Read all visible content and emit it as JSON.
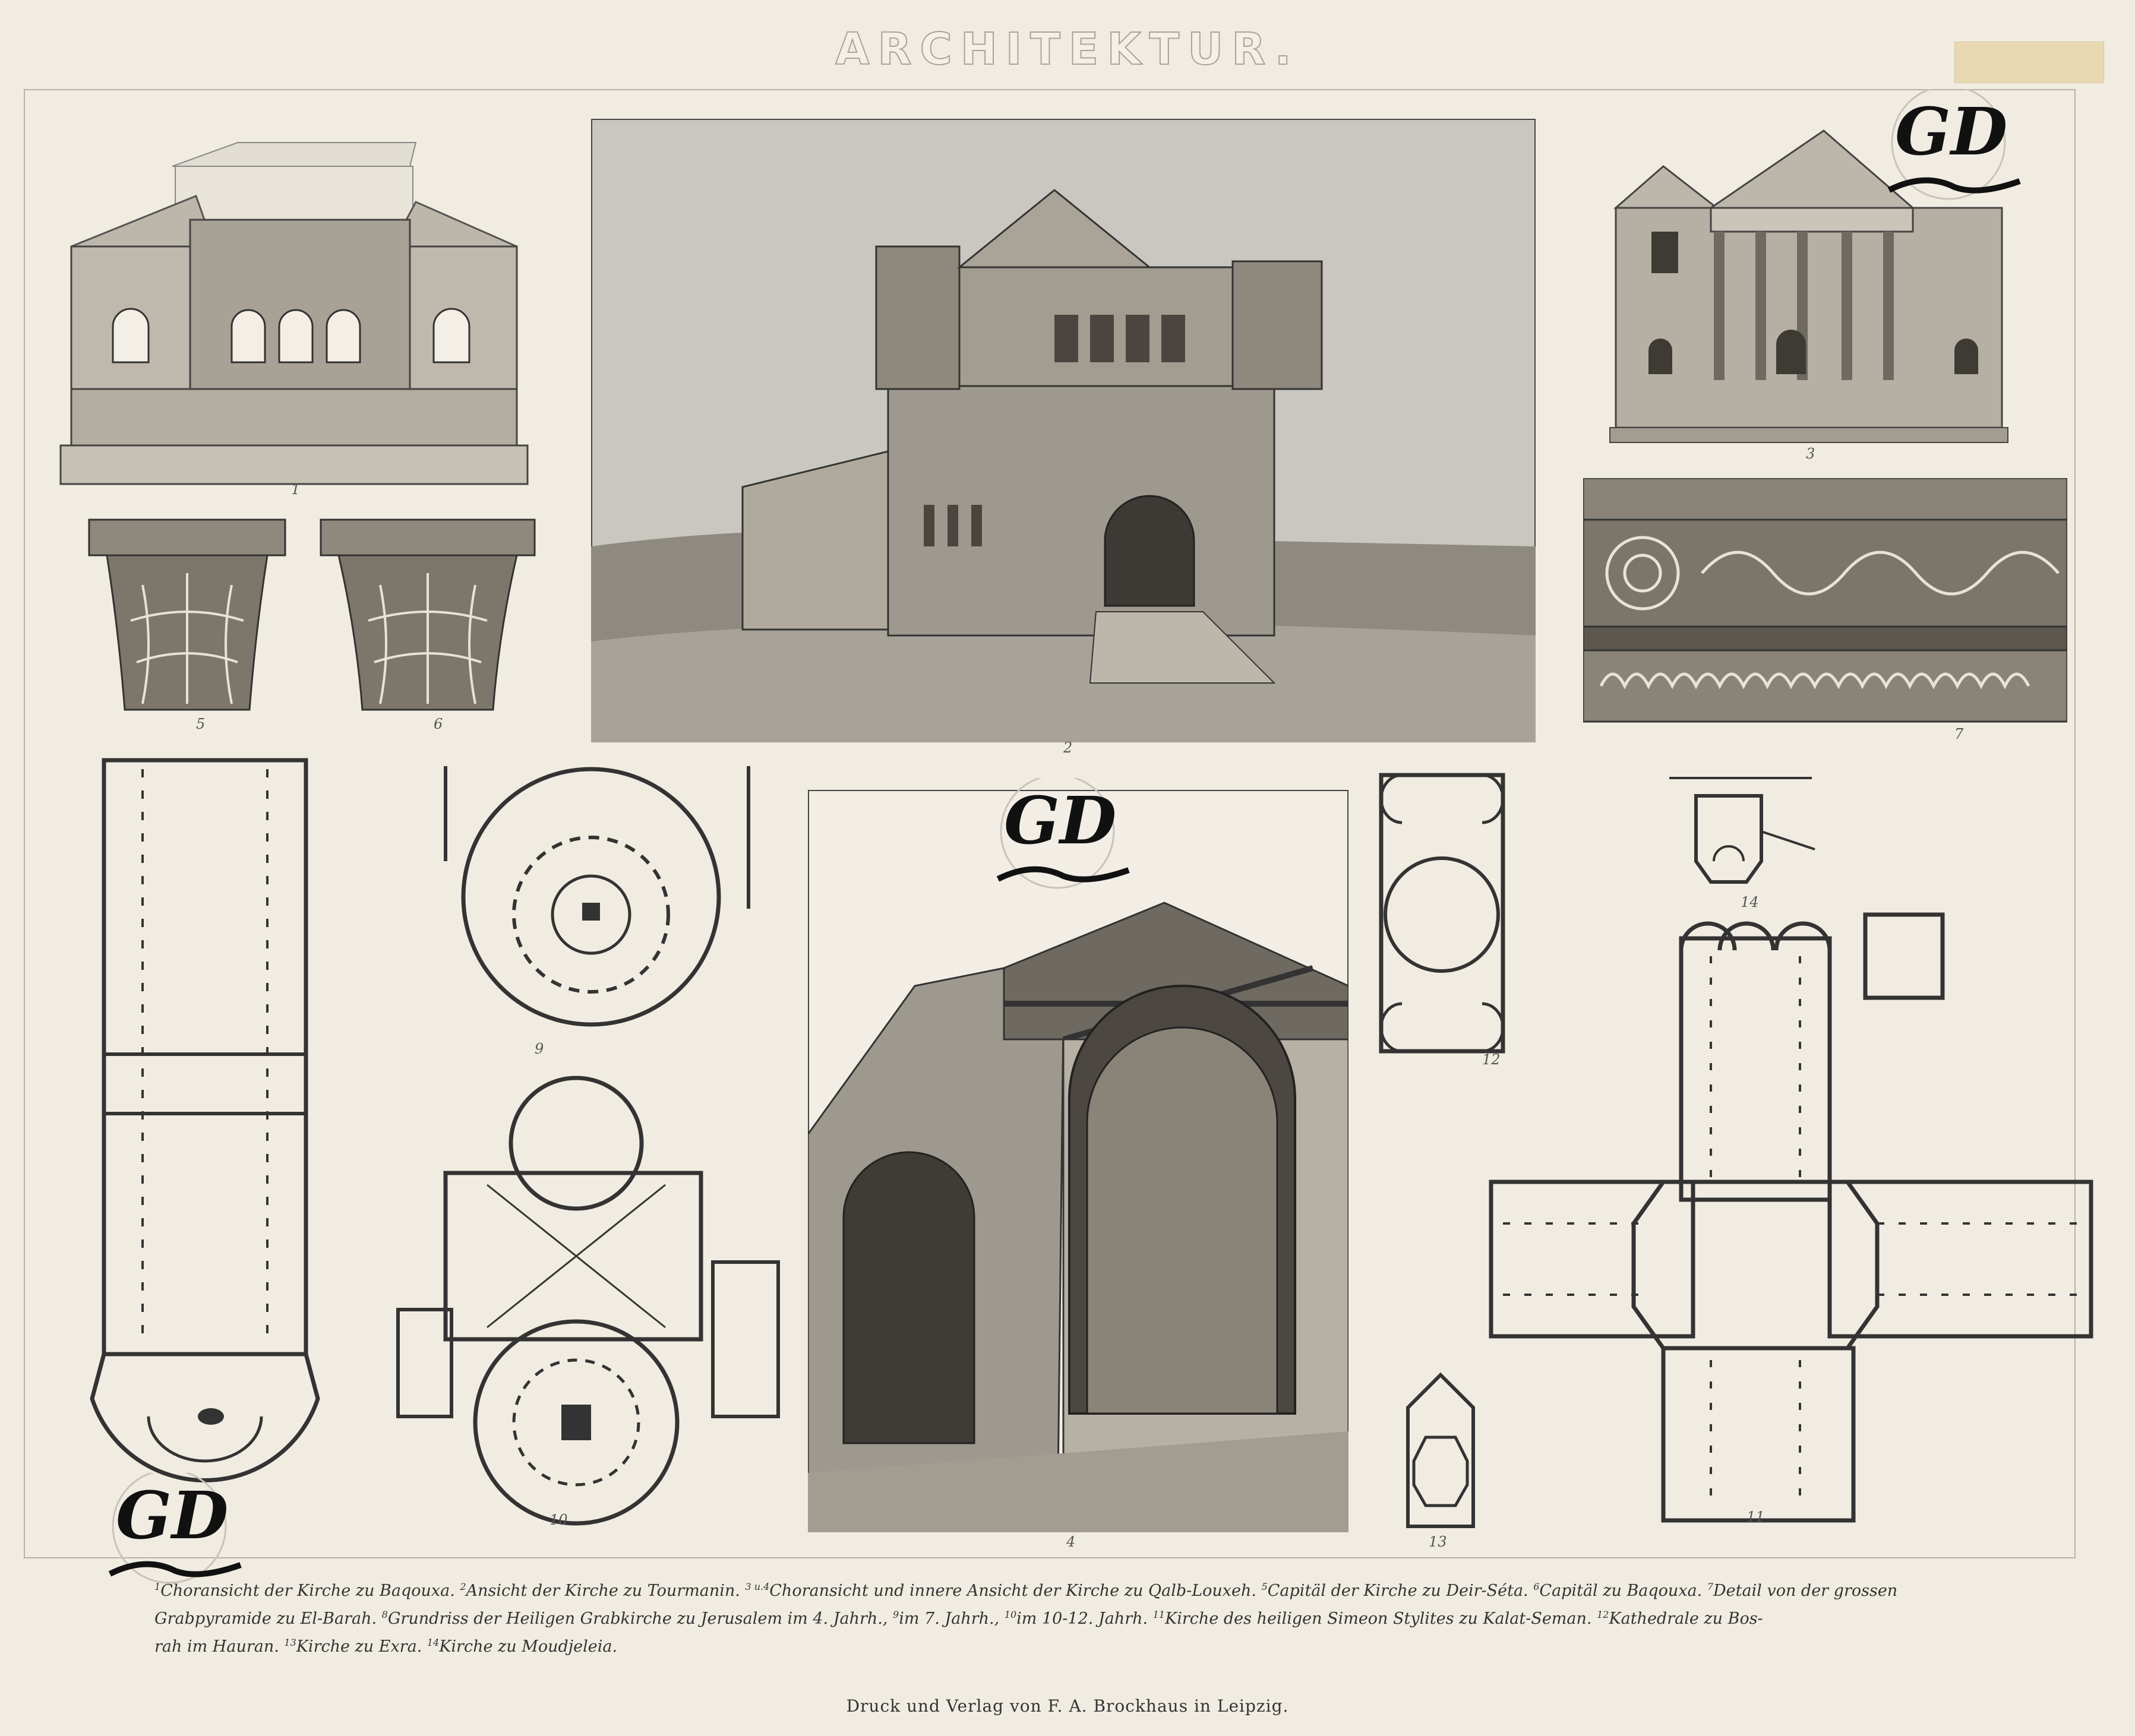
{
  "title": "ARCHITEKTUR.",
  "figures": {
    "f1": "1",
    "f2": "2",
    "f3": "3",
    "f4": "4",
    "f5": "5",
    "f6": "6",
    "f7": "7",
    "f9": "9",
    "f10": "10",
    "f11": "11",
    "f12": "12",
    "f13": "13",
    "f14": "14"
  },
  "caption": {
    "lines": [
      [
        {
          "n": "1",
          "t": "Choransicht der Kirche zu Baqouxa."
        },
        {
          "n": "2",
          "t": "Ansicht der Kirche zu Tourmanin."
        },
        {
          "n": "3 u.4",
          "t": "Choransicht und innere Ansicht der Kirche zu Qalb-Louxeh."
        },
        {
          "n": "5",
          "t": "Capitäl der Kirche zu Deir-Séta."
        },
        {
          "n": "6",
          "t": "Capitäl zu Baqouxa."
        },
        {
          "n": "7",
          "t": "Detail von der grossen"
        }
      ],
      [
        {
          "n": "",
          "t": "Grabpyramide zu El-Barah."
        },
        {
          "n": "8",
          "t": "Grundriss der Heiligen Grabkirche zu Jerusalem im 4. Jahrh.,"
        },
        {
          "n": "9",
          "t": "im 7. Jahrh.,"
        },
        {
          "n": "10",
          "t": "im 10-12. Jahrh."
        },
        {
          "n": "11",
          "t": "Kirche des heiligen Simeon Stylites zu Kalat-Seman."
        },
        {
          "n": "12",
          "t": "Kathedrale zu Bos-"
        }
      ],
      [
        {
          "n": "",
          "t": "rah im Hauran."
        },
        {
          "n": "13",
          "t": "Kirche zu Exra."
        },
        {
          "n": "14",
          "t": "Kirche zu Moudjeleia."
        }
      ]
    ]
  },
  "footer": "Druck und Verlag von F. A. Brockhaus in Leipzig.",
  "watermark": {
    "text": "GD"
  },
  "colors": {
    "paper": "#f1ece2",
    "ink": "#2a2a2a",
    "sky": "#c9c7c0",
    "stone": "#9e998f"
  }
}
